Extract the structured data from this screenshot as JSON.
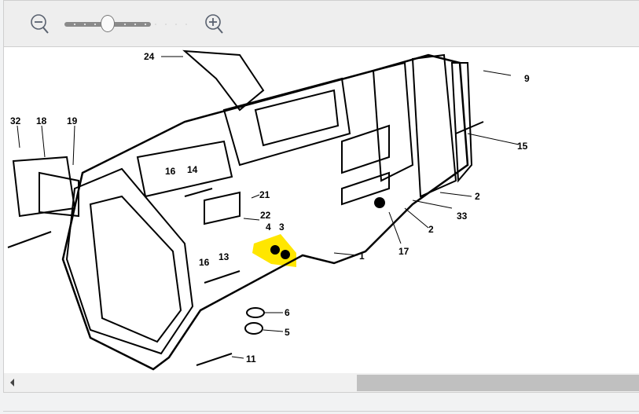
{
  "toolbar": {
    "zoom_out_icon": "zoom-out-icon",
    "zoom_in_icon": "zoom-in-icon",
    "zoom_slider_fraction": 0.33
  },
  "diagram": {
    "highlight_color": "#ffe600",
    "callouts": [
      "24",
      "9",
      "32",
      "18",
      "19",
      "15",
      "16",
      "14",
      "21",
      "2",
      "33",
      "22",
      "4",
      "3",
      "17",
      "2",
      "1",
      "16",
      "13",
      "6",
      "5",
      "11",
      "11"
    ]
  },
  "scrollbar": {
    "left_arrow_icon": "chevron-left-icon"
  }
}
